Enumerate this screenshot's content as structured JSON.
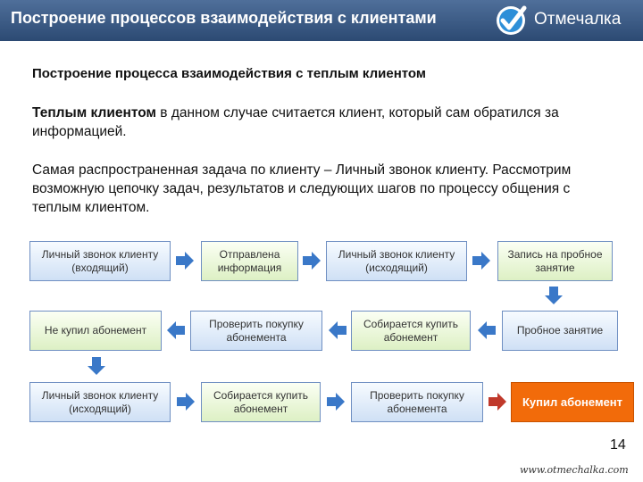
{
  "header": {
    "title": "Построение процессов взаимодействия с клиентами",
    "logo_text": "Отмечалка"
  },
  "subtitle": "Построение процесса взаимодействия с теплым клиентом",
  "paragraph1": {
    "bold": "Теплым клиентом",
    "rest": " в данном случае считается клиент, который сам обратился за информацией."
  },
  "paragraph2": "Самая распространенная задача по клиенту – Личный звонок клиенту. Рассмотрим возможную цепочку задач, результатов и следующих шагов по процессу общения с теплым клиентом.",
  "flow": {
    "row1": [
      "Личный звонок клиенту (входящий)",
      "Отправлена информация",
      "Личный звонок клиенту (исходящий)",
      "Запись на пробное занятие"
    ],
    "row2": [
      "Не купил абонемент",
      "Проверить покупку абонемента",
      "Собирается купить абонемент",
      "Пробное занятие"
    ],
    "row3": [
      "Личный звонок клиенту (исходящий)",
      "Собирается купить абонемент",
      "Проверить покупку абонемента",
      "Купил абонемент"
    ]
  },
  "colors": {
    "arrow": "#3a78c8",
    "final_arrow": "#c0392b",
    "highlight": "#f26b0a"
  },
  "page_number": "14",
  "footer_url": "www.otmechalka.com"
}
